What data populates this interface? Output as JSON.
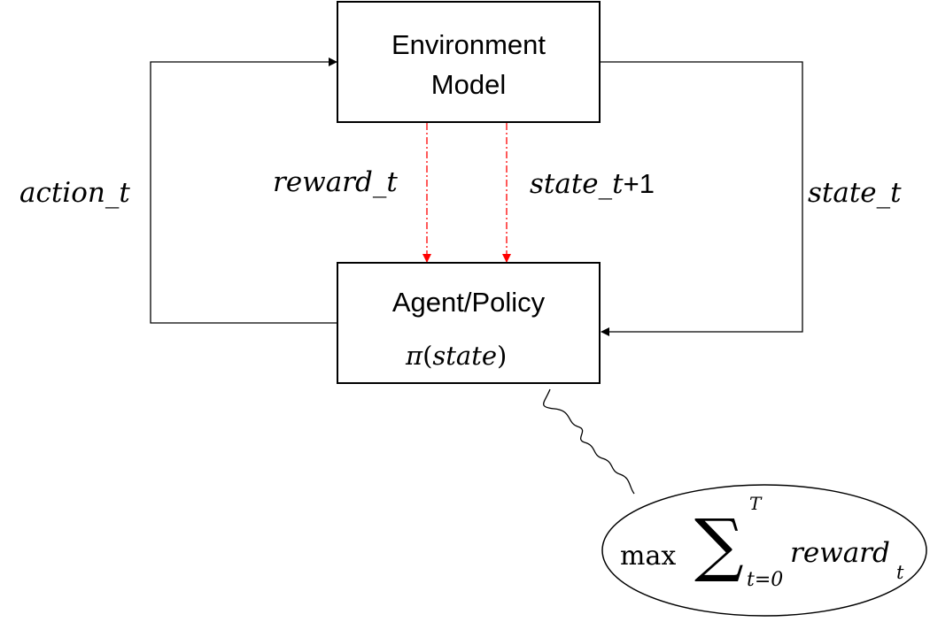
{
  "environment": {
    "line1": "Environment",
    "line2": "Model"
  },
  "agent": {
    "line1": "Agent/Policy",
    "policy_fn_symbol": "π",
    "policy_fn_arg": "state"
  },
  "flows": {
    "action": "action_t",
    "reward": "reward_t",
    "state_next_var": "state_t",
    "state_next_suffix": "+1",
    "state": "state_t"
  },
  "objective": {
    "operator": "max",
    "sum_symbol": "∑",
    "upper": "T",
    "lower": "t=0",
    "term": "reward",
    "subscript": "t"
  },
  "colors": {
    "line": "#000000",
    "reward_state_arrows": "#ff0000"
  }
}
